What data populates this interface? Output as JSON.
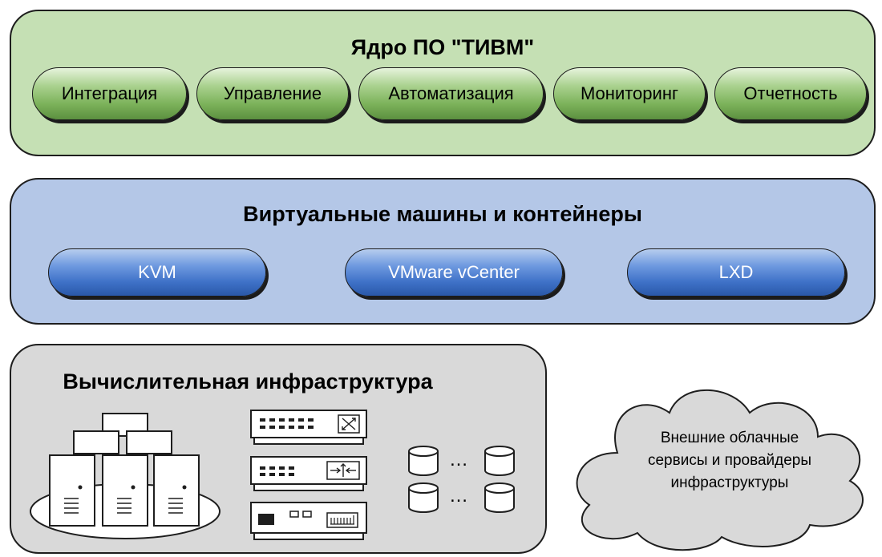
{
  "core": {
    "title": "Ядро ПО \"ТИВМ\"",
    "modules": [
      "Интеграция",
      "Управление",
      "Автоматизация",
      "Мониторинг",
      "Отчетность"
    ]
  },
  "virtualization": {
    "title": "Виртуальные машины и контейнеры",
    "platforms": [
      "KVM",
      "VMware vCenter",
      "LXD"
    ]
  },
  "infrastructure": {
    "title": "Вычислительная инфраструктура",
    "ellipsis": "…"
  },
  "cloud": {
    "lines": [
      "Внешние облачные",
      "сервисы и провайдеры",
      "инфраструктуры"
    ]
  },
  "colors": {
    "core_bg": "#c5e0b4",
    "virt_bg": "#b4c7e7",
    "infra_bg": "#d9d9d9",
    "cloud_bg": "#d9d9d9",
    "green_button": "#7cb25a",
    "blue_button": "#3f72c8"
  },
  "icons": [
    "server-cluster-icon",
    "network-switch-icon",
    "router-icon",
    "firewall-appliance-icon",
    "storage-disk-icon",
    "cloud-icon"
  ]
}
